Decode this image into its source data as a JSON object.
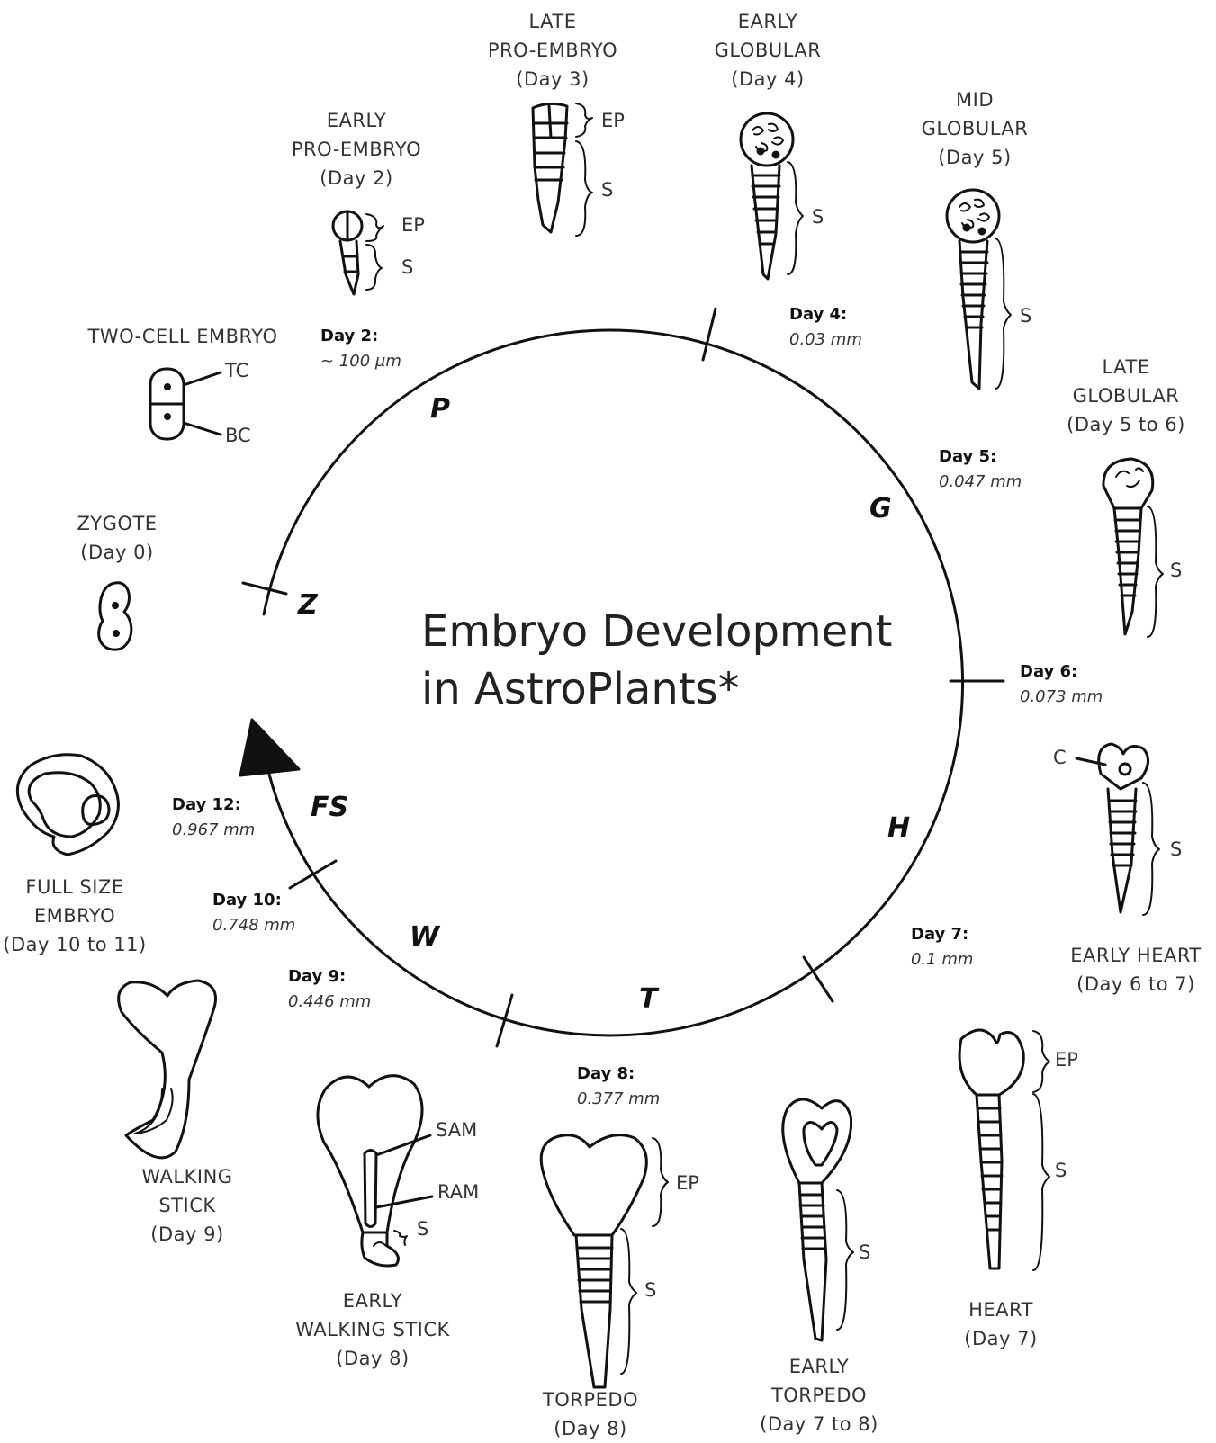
{
  "title": {
    "line1": "Embryo Development",
    "line2": "in AstroPlants*"
  },
  "stage_letters": {
    "z": "Z",
    "p": "P",
    "g": "G",
    "h": "H",
    "t": "T",
    "w": "W",
    "fs": "FS"
  },
  "markers": {
    "day2": {
      "day": "Day 2:",
      "size": "~ 100 µm"
    },
    "day4": {
      "day": "Day 4:",
      "size": "0.03 mm"
    },
    "day5": {
      "day": "Day 5:",
      "size": "0.047 mm"
    },
    "day6": {
      "day": "Day 6:",
      "size": "0.073 mm"
    },
    "day7": {
      "day": "Day 7:",
      "size": "0.1 mm"
    },
    "day8": {
      "day": "Day 8:",
      "size": "0.377 mm"
    },
    "day9": {
      "day": "Day 9:",
      "size": "0.446 mm"
    },
    "day10": {
      "day": "Day 10:",
      "size": "0.748 mm"
    },
    "day12": {
      "day": "Day 12:",
      "size": "0.967 mm"
    }
  },
  "stages": {
    "zygote": {
      "name": "ZYGOTE",
      "day": "(Day 0)"
    },
    "two_cell": {
      "name": "TWO-CELL EMBRYO",
      "tc": "TC",
      "bc": "BC"
    },
    "early_pro": {
      "line1": "EARLY",
      "line2": "PRO-EMBRYO",
      "day": "(Day 2)",
      "ep": "EP",
      "s": "S"
    },
    "late_pro": {
      "line1": "LATE",
      "line2": "PRO-EMBRYO",
      "day": "(Day 3)",
      "ep": "EP",
      "s": "S"
    },
    "early_glob": {
      "line1": "EARLY",
      "line2": "GLOBULAR",
      "day": "(Day 4)",
      "s": "S"
    },
    "mid_glob": {
      "line1": "MID",
      "line2": "GLOBULAR",
      "day": "(Day 5)",
      "s": "S"
    },
    "late_glob": {
      "line1": "LATE",
      "line2": "GLOBULAR",
      "day": "(Day 5 to 6)",
      "s": "S"
    },
    "early_heart": {
      "line1": "EARLY HEART",
      "day": "(Day 6 to 7)",
      "c": "C",
      "s": "S"
    },
    "heart": {
      "line1": "HEART",
      "day": "(Day 7)",
      "ep": "EP",
      "s": "S"
    },
    "early_torpedo": {
      "line1": "EARLY",
      "line2": "TORPEDO",
      "day": "(Day 7 to 8)",
      "s": "S"
    },
    "torpedo": {
      "line1": "TORPEDO",
      "day": "(Day 8)",
      "ep": "EP",
      "s": "S"
    },
    "early_ws": {
      "line1": "EARLY",
      "line2": "WALKING STICK",
      "day": "(Day 8)",
      "sam": "SAM",
      "ram": "RAM",
      "s": "S"
    },
    "walking": {
      "line1": "WALKING",
      "line2": "STICK",
      "day": "(Day 9)"
    },
    "full_size": {
      "line1": "FULL SIZE",
      "line2": "EMBRYO",
      "day": "(Day 10 to 11)"
    }
  },
  "colors": {
    "ink": "#111111",
    "text": "#333333",
    "background": "#ffffff"
  }
}
